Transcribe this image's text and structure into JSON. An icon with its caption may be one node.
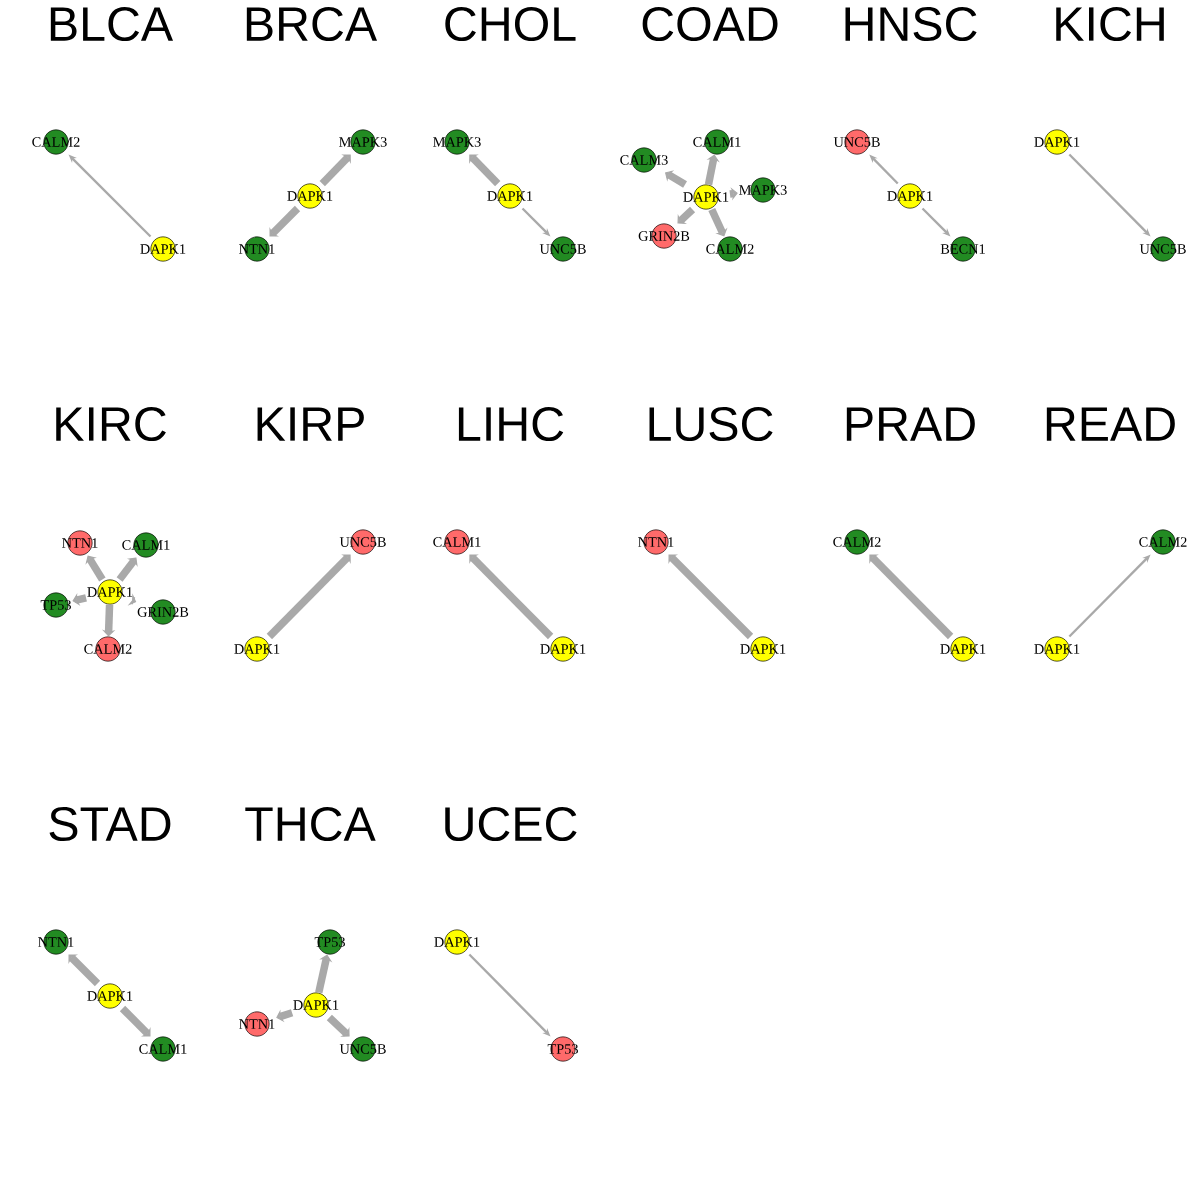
{
  "diagram": {
    "nodes": [
      {
        "text": [
          "CALM2"
        ]
      },
      {
        "text": [
          "DAPK1"
        ]
      },
      {
        "text": [
          "MAPK3"
        ]
      },
      {
        "text": [
          "DAPK1"
        ]
      },
      {
        "text": [
          "NTN1"
        ]
      },
      {
        "text": [
          "MAPK3"
        ]
      },
      {
        "text": [
          "DAPK1"
        ]
      },
      {
        "text": [
          "UNC5B"
        ]
      },
      {
        "text": [
          "CALM1"
        ]
      },
      {
        "text": [
          "CALM3"
        ]
      },
      {
        "text": [
          "MAPK3"
        ]
      },
      {
        "text": [
          "DAPK1"
        ]
      },
      {
        "text": [
          "GRIN2B"
        ]
      },
      {
        "text": [
          "CALM2"
        ]
      },
      {
        "text": [
          "UNC5B"
        ]
      },
      {
        "text": [
          "DAPK1"
        ]
      },
      {
        "text": [
          "BECN1"
        ]
      },
      {
        "text": [
          "DAPK1"
        ]
      },
      {
        "text": [
          "UNC5B"
        ]
      },
      {
        "text": [
          "NTN1"
        ]
      },
      {
        "text": [
          "CALM1"
        ]
      },
      {
        "text": [
          "DAPK1"
        ]
      },
      {
        "text": [
          "TP53"
        ]
      },
      {
        "text": [
          "GRIN2B"
        ]
      },
      {
        "text": [
          "CALM2"
        ]
      },
      {
        "text": [
          "UNC5B"
        ]
      },
      {
        "text": [
          "DAPK1"
        ]
      },
      {
        "text": [
          "CALM1"
        ]
      },
      {
        "text": [
          "DAPK1"
        ]
      },
      {
        "text": [
          "NTN1"
        ]
      },
      {
        "text": [
          "DAPK1"
        ]
      },
      {
        "text": [
          "CALM2"
        ]
      },
      {
        "text": [
          "DAPK1"
        ]
      },
      {
        "text": [
          "CALM2"
        ]
      },
      {
        "text": [
          "DAPK1"
        ]
      },
      {
        "text": [
          "NTN1"
        ]
      },
      {
        "text": [
          "DAPK1"
        ]
      },
      {
        "text": [
          "CALM1"
        ]
      },
      {
        "text": [
          "TP53"
        ]
      },
      {
        "text": [
          "DAPK1"
        ]
      },
      {
        "text": [
          "NTN1"
        ]
      },
      {
        "text": [
          "UNC5B"
        ]
      },
      {
        "text": [
          "DAPK1"
        ]
      },
      {
        "text": [
          "TP53"
        ]
      }
    ],
    "edges": [
      {
        "from": 1,
        "to": 0,
        "arrow": "to"
      },
      {
        "from": 3,
        "to": 2,
        "arrow": "to"
      },
      {
        "from": 3,
        "to": 4,
        "arrow": "to"
      },
      {
        "from": 6,
        "to": 5,
        "arrow": "to"
      },
      {
        "from": 6,
        "to": 7,
        "arrow": "to"
      },
      {
        "from": 11,
        "to": 8,
        "arrow": "to"
      },
      {
        "from": 11,
        "to": 9,
        "arrow": "to"
      },
      {
        "from": 11,
        "to": 10,
        "arrow": "to"
      },
      {
        "from": 11,
        "to": 12,
        "arrow": "to"
      },
      {
        "from": 11,
        "to": 13,
        "arrow": "to"
      },
      {
        "from": 15,
        "to": 14,
        "arrow": "to"
      },
      {
        "from": 15,
        "to": 16,
        "arrow": "to"
      },
      {
        "from": 17,
        "to": 18,
        "arrow": "to"
      },
      {
        "from": 21,
        "to": 19,
        "arrow": "to"
      },
      {
        "from": 21,
        "to": 20,
        "arrow": "to"
      },
      {
        "from": 21,
        "to": 22,
        "arrow": "to"
      },
      {
        "from": 21,
        "to": 23,
        "arrow": "to"
      },
      {
        "from": 21,
        "to": 24,
        "arrow": "to"
      },
      {
        "from": 26,
        "to": 25,
        "arrow": "to"
      },
      {
        "from": 28,
        "to": 27,
        "arrow": "to"
      },
      {
        "from": 30,
        "to": 29,
        "arrow": "to"
      },
      {
        "from": 32,
        "to": 31,
        "arrow": "to"
      },
      {
        "from": 34,
        "to": 33,
        "arrow": "to"
      },
      {
        "from": 36,
        "to": 35,
        "arrow": "to"
      },
      {
        "from": 36,
        "to": 37,
        "arrow": "to"
      },
      {
        "from": 39,
        "to": 38,
        "arrow": "to"
      },
      {
        "from": 39,
        "to": 40,
        "arrow": "to"
      },
      {
        "from": 39,
        "to": 41,
        "arrow": "to"
      },
      {
        "from": 42,
        "to": 43,
        "arrow": "to"
      }
    ],
    "labels": [
      "BLCA",
      "BRCA",
      "CHOL",
      "COAD",
      "HNSC",
      "KICH",
      "KIRC",
      "KIRP",
      "LIHC",
      "LUSC",
      "PRAD",
      "READ",
      "STAD",
      "THCA",
      "UCEC"
    ]
  }
}
